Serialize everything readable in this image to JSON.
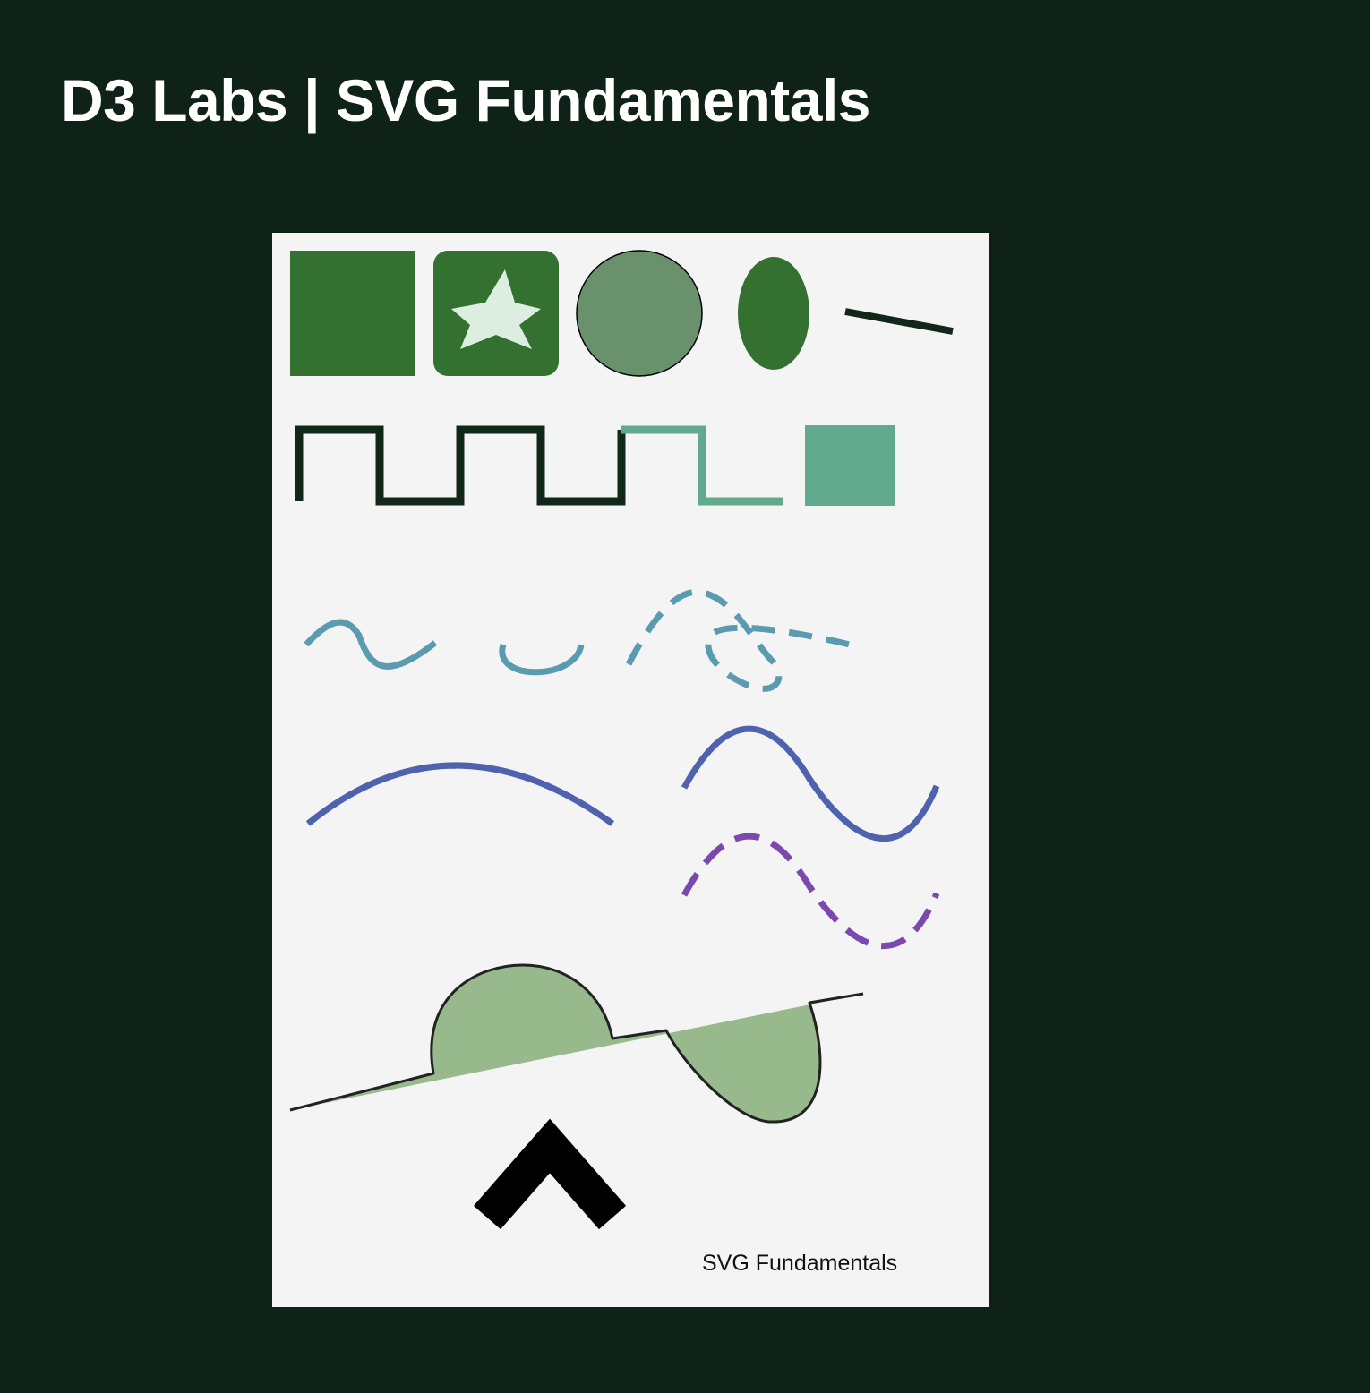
{
  "page": {
    "title": "D3 Labs | SVG Fundamentals"
  },
  "canvas": {
    "caption": "SVG Fundamentals"
  },
  "colors": {
    "page_background": "#0e2217",
    "canvas_background": "#f4f4f4",
    "dark_green": "#347030",
    "dark_forest": "#10271a",
    "sage": "#69926c",
    "mint_pale": "#dceee0",
    "teal_green": "#62aa8d",
    "steel_teal": "#5b9bb0",
    "indigo_blue": "#4f62ad",
    "violet": "#7b48ad",
    "light_green_fill": "#98b98b",
    "outline": "#222222",
    "black": "#000000"
  },
  "shapes": [
    {
      "kind": "rect",
      "name": "square",
      "fill": "dark_green"
    },
    {
      "kind": "rounded-rect",
      "name": "rounded-square",
      "fill": "dark_green"
    },
    {
      "kind": "polygon",
      "name": "star-icon",
      "fill": "mint_pale"
    },
    {
      "kind": "circle",
      "name": "circle",
      "fill": "sage",
      "stroke": "black"
    },
    {
      "kind": "ellipse",
      "name": "ellipse",
      "fill": "dark_green"
    },
    {
      "kind": "line",
      "name": "diagonal-line",
      "stroke": "dark_forest"
    },
    {
      "kind": "polyline",
      "name": "square-wave",
      "stroke": "dark_forest"
    },
    {
      "kind": "polyline",
      "name": "square-wave-tail",
      "stroke": "teal_green"
    },
    {
      "kind": "rect",
      "name": "teal-square",
      "fill": "teal_green"
    },
    {
      "kind": "path",
      "name": "small-s-curve",
      "stroke": "steel_teal"
    },
    {
      "kind": "path",
      "name": "small-arc",
      "stroke": "steel_teal"
    },
    {
      "kind": "path",
      "name": "dashed-loop-curve",
      "stroke": "steel_teal",
      "dashed": true
    },
    {
      "kind": "path",
      "name": "quadratic-curve",
      "stroke": "indigo_blue"
    },
    {
      "kind": "path",
      "name": "sine-wave",
      "stroke": "indigo_blue"
    },
    {
      "kind": "path",
      "name": "dashed-sine-wave",
      "stroke": "violet",
      "dashed": true
    },
    {
      "kind": "path",
      "name": "arc-path",
      "fill": "light_green_fill",
      "stroke": "outline"
    },
    {
      "kind": "polyline",
      "name": "chevron-up-icon",
      "stroke": "black"
    }
  ]
}
